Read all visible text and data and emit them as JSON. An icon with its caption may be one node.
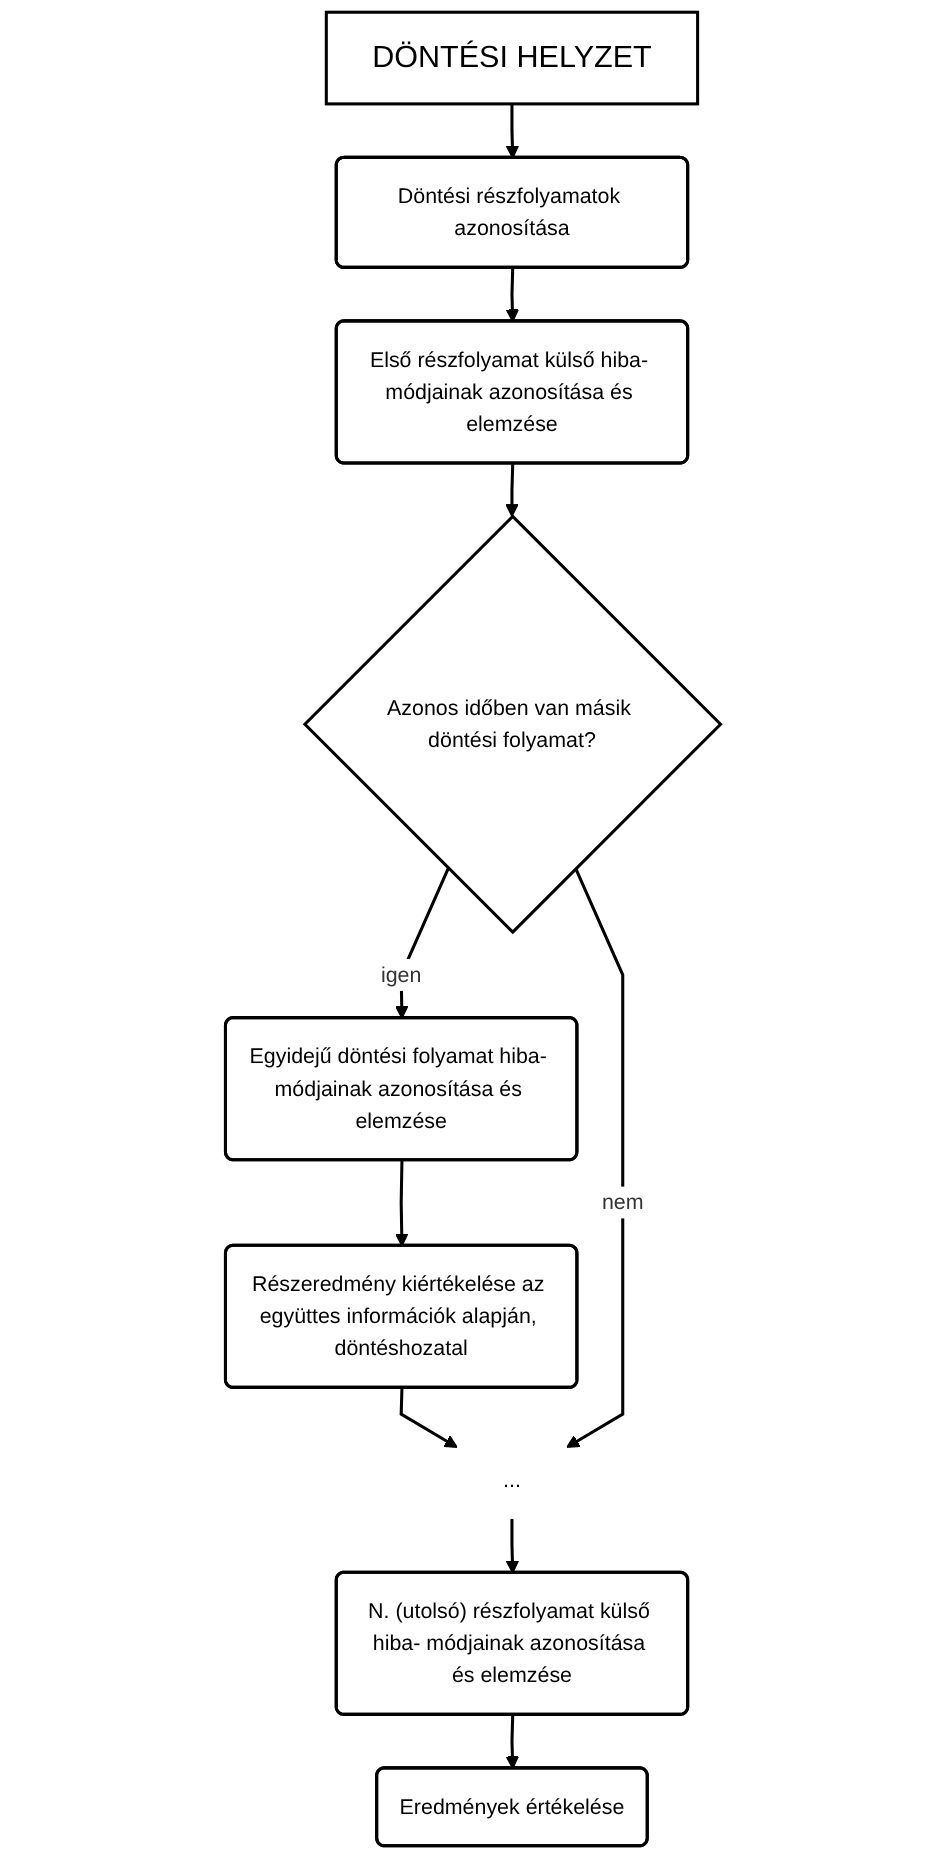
{
  "diagram": {
    "nodes": [
      {
        "text": [
          "DÖNTÉSI HELYZET"
        ]
      },
      {
        "text": [
          "Döntési részfolyamatok azonosítása"
        ]
      },
      {
        "text": [
          "Első részfolyamat külső hiba- módjainak azonosítása és elemzése"
        ]
      },
      {
        "text": [
          "Azonos időben van másik döntési folyamat?"
        ]
      },
      {
        "text": [
          "Egyidejű döntési folyamat hiba- módjainak azonosítása és elemzése"
        ]
      },
      {
        "text": [
          "Részeredmény kiértékelése az együttes információk alapján, döntéshozatal"
        ]
      },
      {
        "text": [
          "..."
        ]
      },
      {
        "text": [
          "N. (utolsó) részfolyamat külső hiba- módjainak azonosítása és elemzése"
        ]
      },
      {
        "text": [
          "Eredmények értékelése"
        ]
      }
    ],
    "edges": [
      {
        "from": 0,
        "to": 1,
        "arrow": "to"
      },
      {
        "from": 1,
        "to": 2,
        "arrow": "to"
      },
      {
        "from": 2,
        "to": 3,
        "arrow": "to"
      },
      {
        "from": 3,
        "to": 4,
        "label": "igen",
        "arrow": "to"
      },
      {
        "from": 4,
        "to": 5,
        "arrow": "to"
      },
      {
        "from": 5,
        "to": 6,
        "arrow": "to"
      },
      {
        "from": 3,
        "to": 6,
        "label": "nem",
        "arrow": "to"
      },
      {
        "from": 6,
        "to": 7,
        "arrow": "to"
      },
      {
        "from": 7,
        "to": 8,
        "arrow": "to"
      }
    ]
  }
}
